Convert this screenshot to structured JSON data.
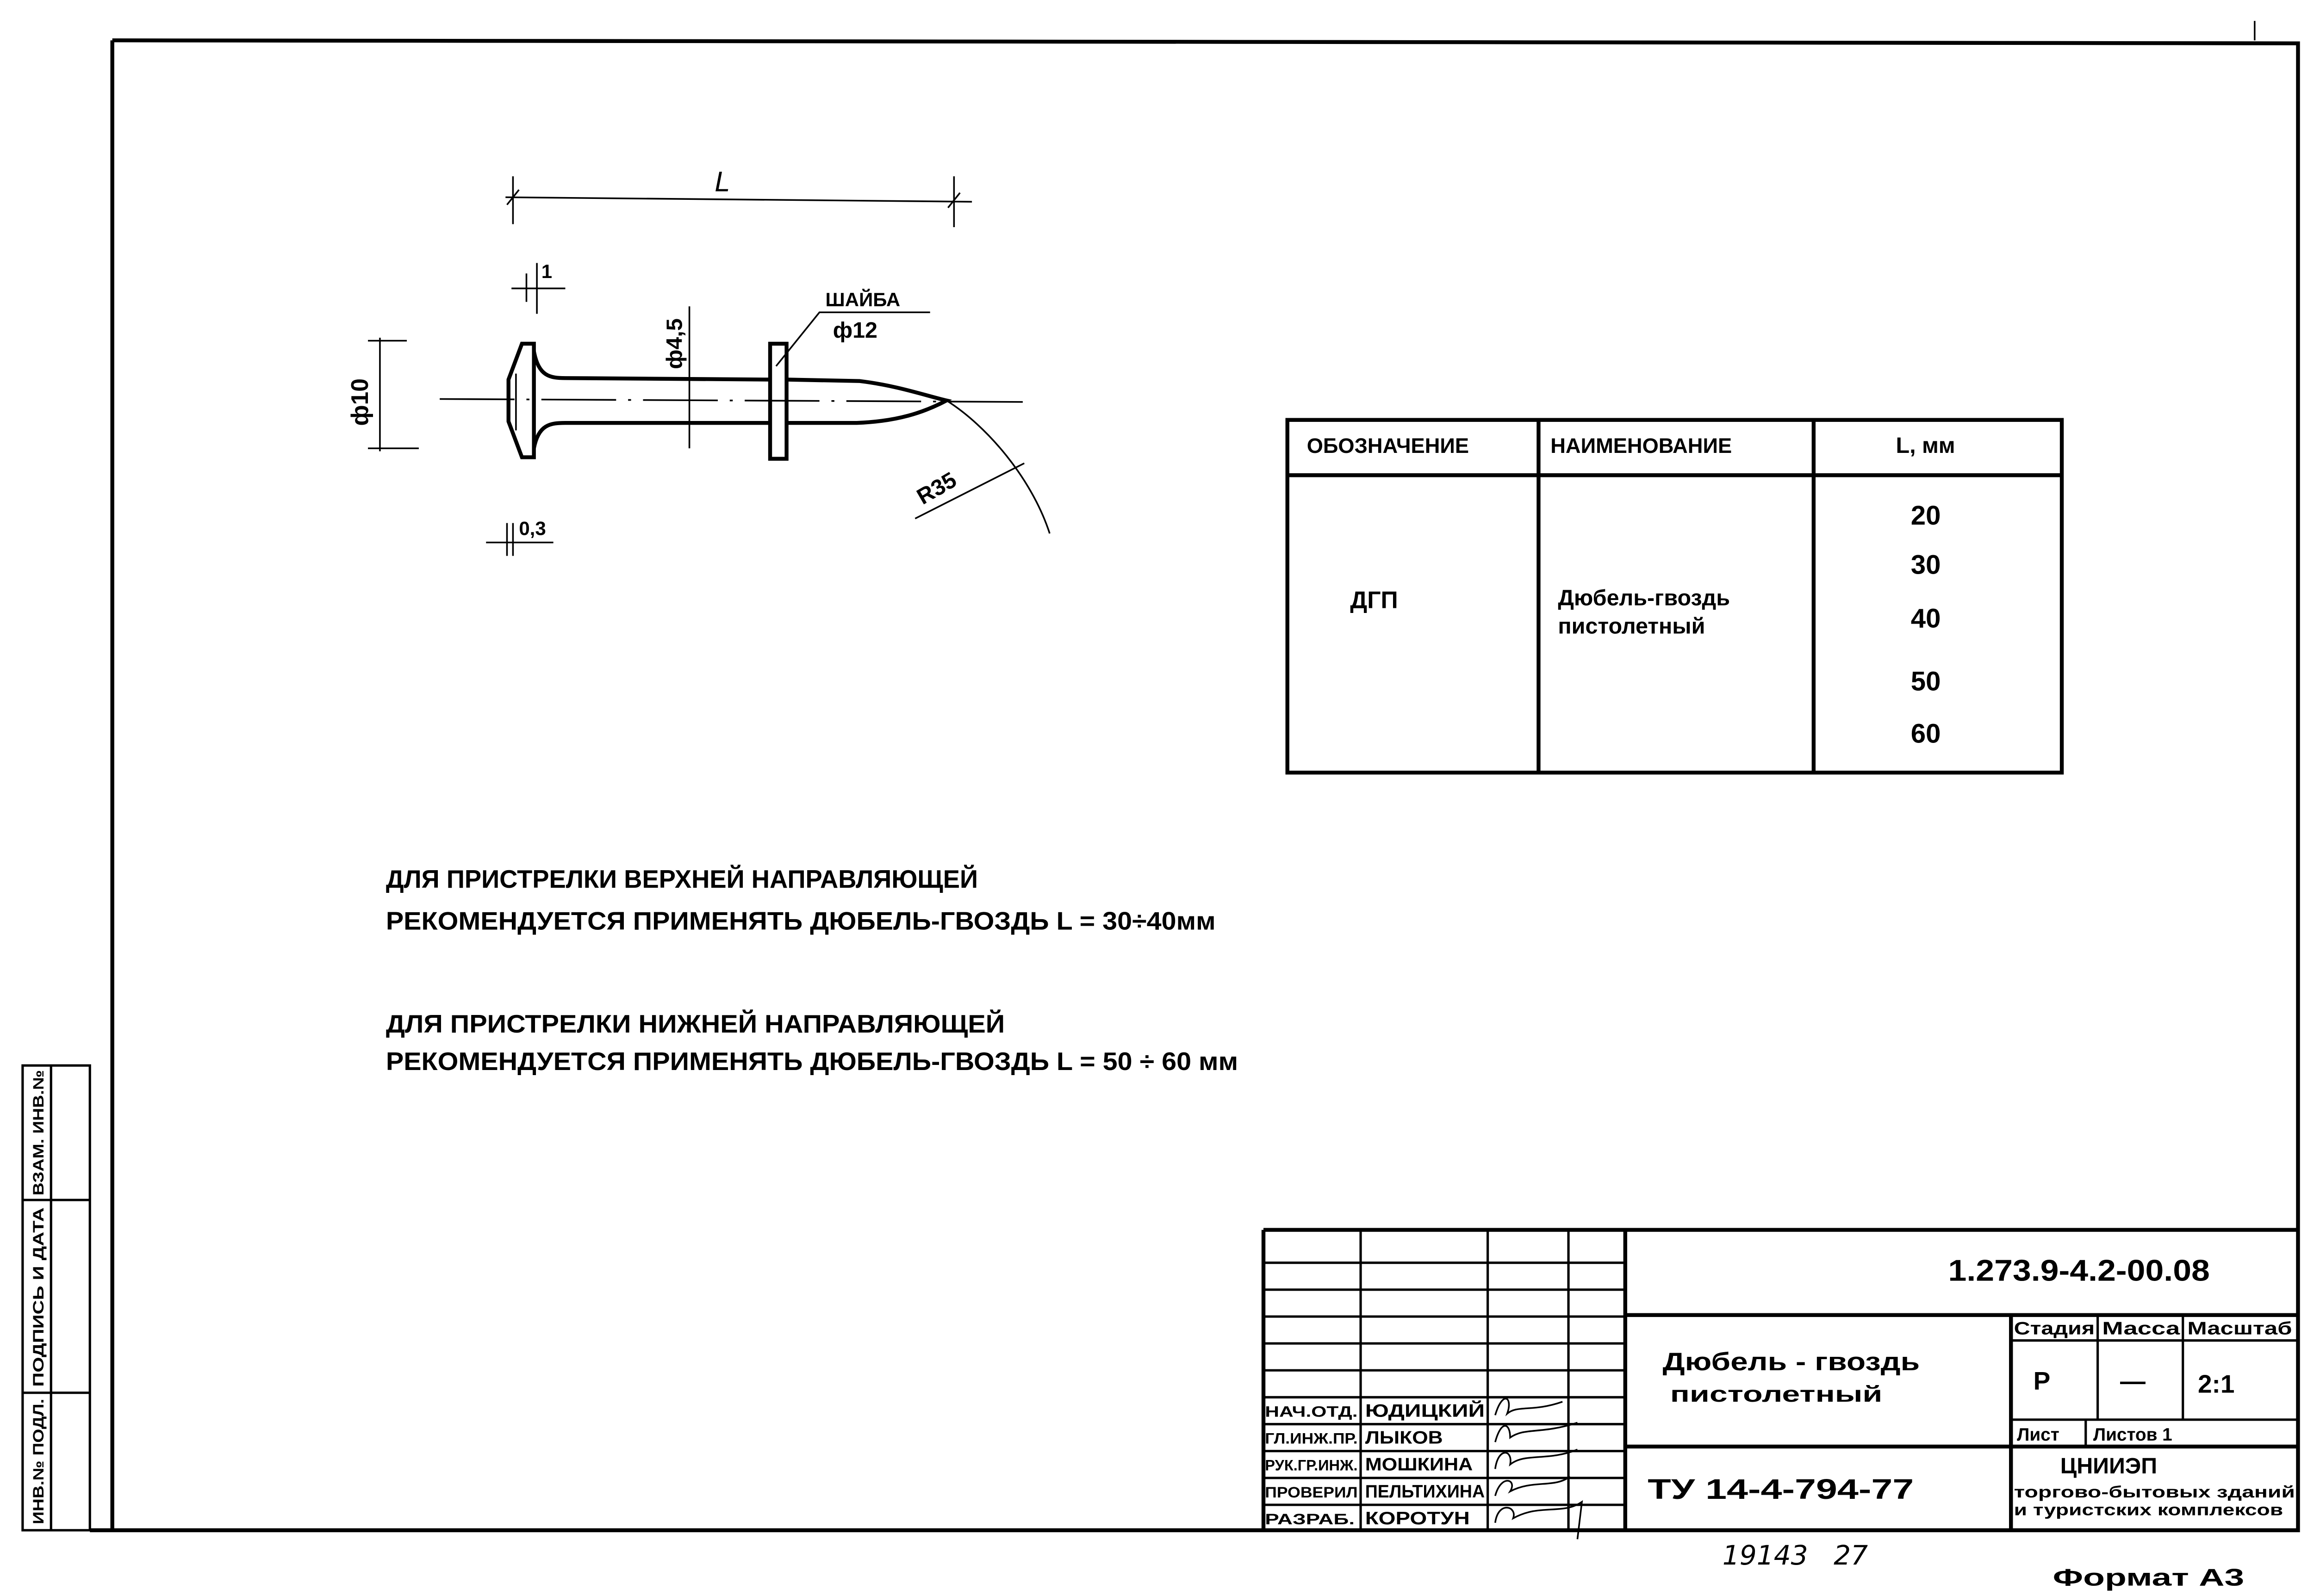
{
  "drawing": {
    "dim_L": "L",
    "dim_head_thickness": "1",
    "dim_head_diameter": "ф10",
    "dim_shank_diameter": "ф4,5",
    "washer_label": "ШАЙБА",
    "washer_diameter": "ф12",
    "dim_radius": "R35",
    "dim_chamfer": "0,3"
  },
  "spec_table": {
    "headers": [
      "ОБОЗНАЧЕНИЕ",
      "НАИМЕНОВАНИЕ",
      "L, мм"
    ],
    "designation": "ДГП",
    "name_line1": "Дюбель-гвоздь",
    "name_line2": "пистолетный",
    "lengths": [
      "20",
      "30",
      "40",
      "50",
      "60"
    ]
  },
  "notes": {
    "note1_line1": "ДЛЯ ПРИСТРЕЛКИ ВЕРХНЕЙ НАПРАВЛЯЮЩЕЙ",
    "note1_line2": "РЕКОМЕНДУЕТСЯ ПРИМЕНЯТЬ ДЮБЕЛЬ-ГВОЗДЬ L = 30÷40мм",
    "note2_line1": "ДЛЯ ПРИСТРЕЛКИ НИЖНЕЙ НАПРАВЛЯЮЩЕЙ",
    "note2_line2": "РЕКОМЕНДУЕТСЯ ПРИМЕНЯТЬ ДЮБЕЛЬ-ГВОЗДЬ L = 50 ÷ 60 мм"
  },
  "side_stamp": [
    "ИНВ.№ ПОДЛ.",
    "ПОДПИСЬ И ДАТА",
    "ВЗАМ. ИНВ.№"
  ],
  "title_block": {
    "doc_number": "1.273.9-4.2-00.08",
    "title_line1": "Дюбель - гвоздь",
    "title_line2": "пистолетный",
    "standard": "ТУ 14-4-794-77",
    "stage_label": "Стадия",
    "mass_label": "Масса",
    "scale_label": "Масштаб",
    "stage": "Р",
    "mass": "—",
    "scale": "2:1",
    "sheet_label": "Лист",
    "sheets_label": "Листов 1",
    "org_name": "ЦНИИЭП",
    "org_line1": "торгово-бытовых зданий",
    "org_line2": "и туристских комплексов",
    "staff": [
      {
        "role": "НАЧ.ОТД.",
        "name": "ЮДИЦКИЙ"
      },
      {
        "role": "ГЛ.ИНЖ.ПР.",
        "name": "ЛЫКОВ"
      },
      {
        "role": "РУК.ГР.ИНЖ.",
        "name": "МОШКИНА"
      },
      {
        "role": "ПРОВЕРИЛ",
        "name": "ПЕЛЬТИХИНА"
      },
      {
        "role": "РАЗРАБ.",
        "name": "КОРОТУН"
      }
    ]
  },
  "footer": {
    "handwritten_number": "19143   27",
    "format": "Формат А3"
  }
}
